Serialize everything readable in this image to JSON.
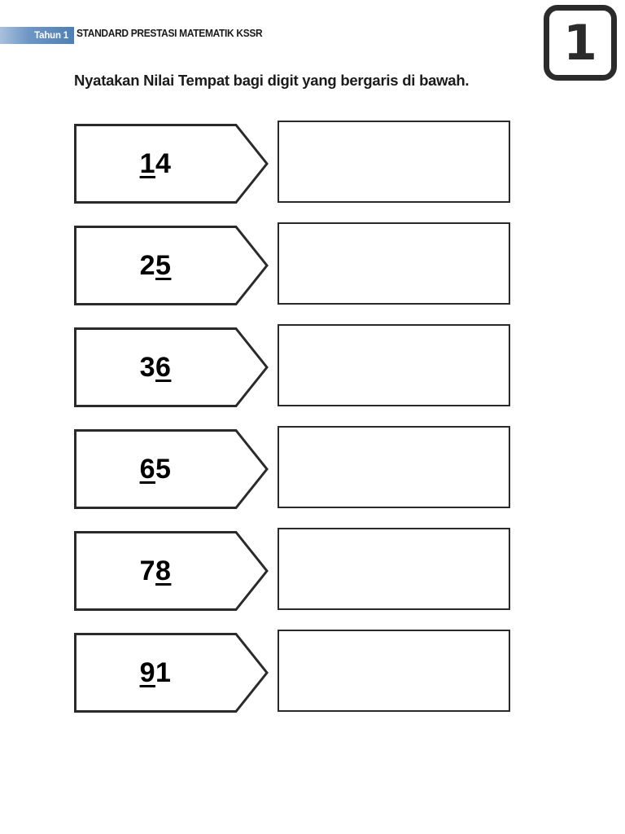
{
  "header": {
    "badge_label": "Tahun 1",
    "title": "STANDARD PRESTASI MATEMATIK KSSR",
    "badge_color": "#4e7fb4",
    "badge_text_color": "#ffffff",
    "title_color": "#1a1a1a"
  },
  "page_badge": {
    "number": "1",
    "border_color": "#2b2b2b"
  },
  "instruction": {
    "text": "Nyatakan Nilai Tempat bagi digit yang bergaris di bawah."
  },
  "questions": [
    {
      "index": 1,
      "number": "14",
      "prefix": "",
      "underlined_digit": "1",
      "suffix": "4",
      "answer_value": ""
    },
    {
      "index": 2,
      "number": "25",
      "prefix": "2",
      "underlined_digit": "5",
      "suffix": "",
      "answer_value": ""
    },
    {
      "index": 3,
      "number": "36",
      "prefix": "3",
      "underlined_digit": "6",
      "suffix": "",
      "answer_value": ""
    },
    {
      "index": 4,
      "number": "65",
      "prefix": "",
      "underlined_digit": "6",
      "suffix": "5",
      "answer_value": ""
    },
    {
      "index": 5,
      "number": "78",
      "prefix": "7",
      "underlined_digit": "8",
      "suffix": "",
      "answer_value": ""
    },
    {
      "index": 6,
      "number": "91",
      "prefix": "",
      "underlined_digit": "9",
      "suffix": "1",
      "answer_value": ""
    }
  ],
  "layout": {
    "row_tops": [
      148,
      273,
      398,
      523,
      648,
      773
    ]
  }
}
